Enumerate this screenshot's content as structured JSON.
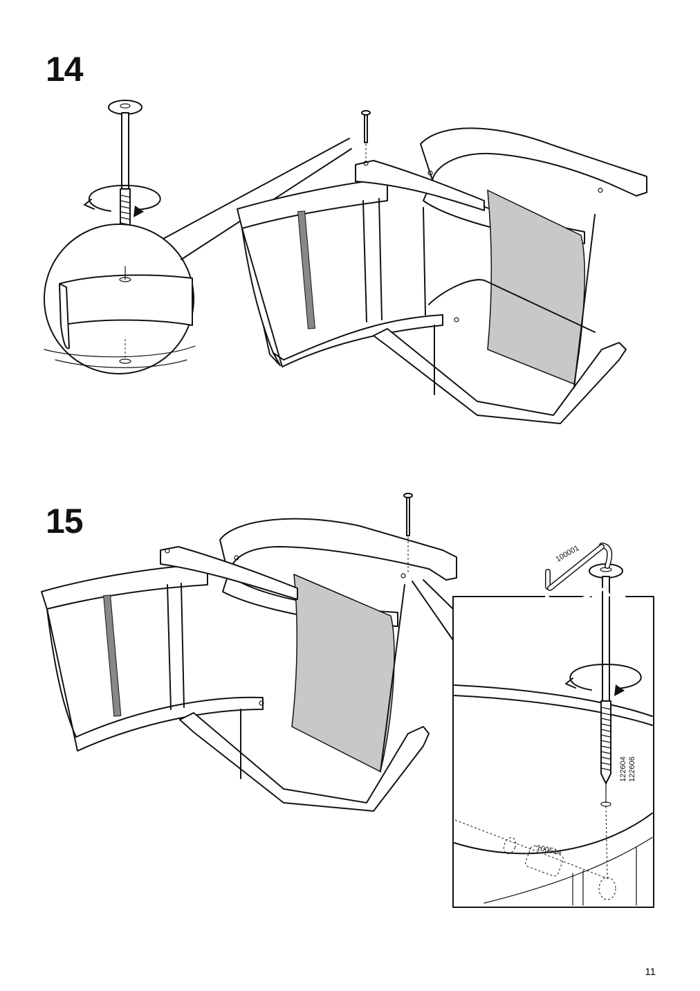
{
  "steps": [
    {
      "number": "14"
    },
    {
      "number": "15"
    }
  ],
  "parts": {
    "hex_key": "100001",
    "long_screws": [
      "122604",
      "122606"
    ],
    "dowel_nut": "100514"
  },
  "page_number": "11",
  "icons": [
    "screw-icon",
    "rotate-clockwise-icon",
    "chair-frame",
    "hex-key-icon",
    "magnifier-callout"
  ]
}
